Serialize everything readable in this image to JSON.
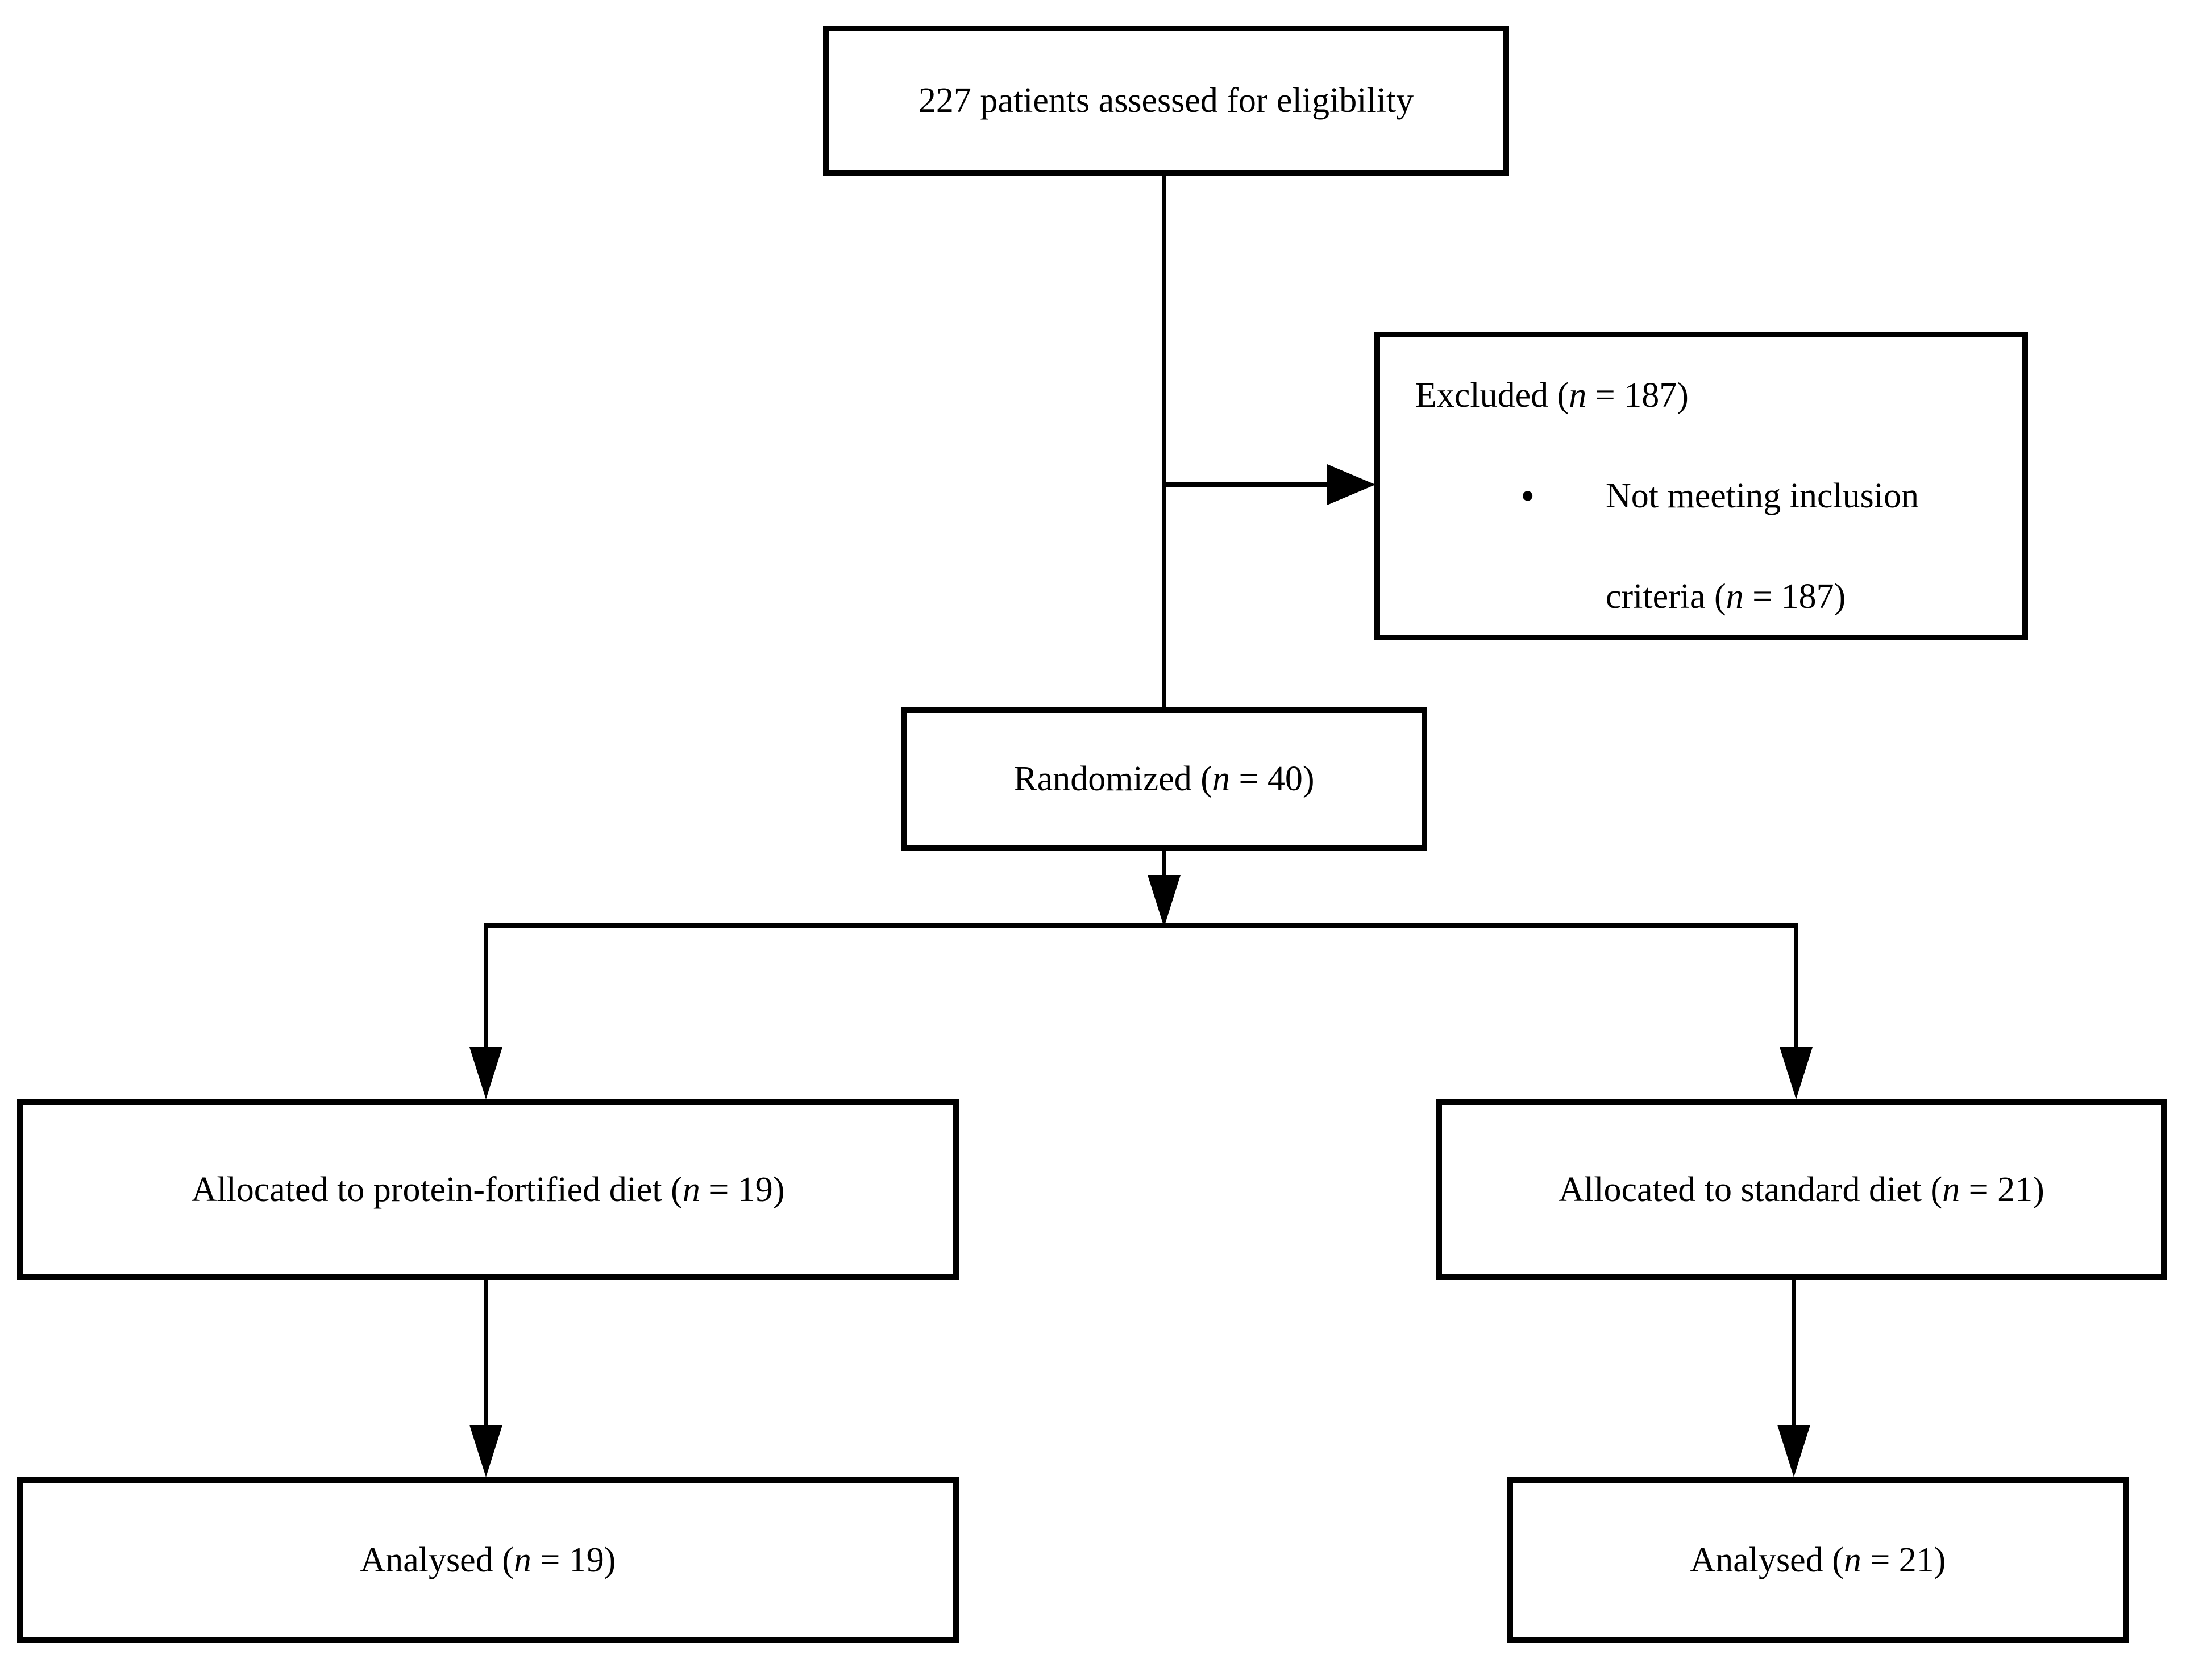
{
  "figure": {
    "type": "consort-flow-diagram",
    "colors": {
      "background": "#ffffff",
      "border": "#000000",
      "text": "#000000"
    },
    "nodes": {
      "assessed": {
        "label": "227 patients assessed for eligibility"
      },
      "excluded": {
        "title": "Excluded (n = 187)",
        "bullet_glyph": "•",
        "bullet_items": [
          "Not meeting inclusion criteria (n = 187)"
        ]
      },
      "randomized": {
        "label": "Randomized (n = 40)"
      },
      "allocated_protein": {
        "label": "Allocated to protein-fortified diet (n = 19)"
      },
      "allocated_standard": {
        "label": "Allocated to standard diet (n = 21)"
      },
      "analysed_protein": {
        "label": "Analysed (n = 19)"
      },
      "analysed_standard": {
        "label": "Analysed (n = 21)"
      }
    },
    "edges": [
      "assessed -> randomized",
      "assessed -> excluded",
      "randomized -> allocated_protein",
      "randomized -> allocated_standard",
      "allocated_protein -> analysed_protein",
      "allocated_standard -> analysed_standard"
    ]
  }
}
